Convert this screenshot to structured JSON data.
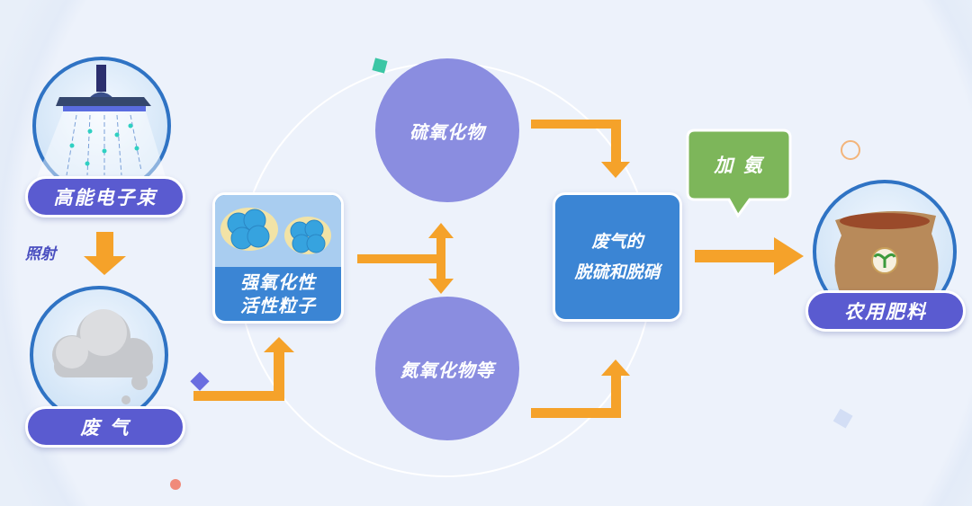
{
  "source": {
    "beam_label": "高能电子束",
    "irradiate_label": "照射",
    "gas_label": "废 气"
  },
  "particles": {
    "line1": "强氧化性",
    "line2": "活性粒子"
  },
  "products": {
    "sulfur": "硫氧化物",
    "nitrogen": "氮氧化物等"
  },
  "process": {
    "line1": "废气的",
    "line2": "脱硫和脱硝"
  },
  "ammonia_label": "加 氨",
  "result_label": "农用肥料",
  "colors": {
    "pill": "#5a5bd0",
    "circle": "#8a8de0",
    "process": "#3b85d4",
    "ammonia": "#7db65a",
    "arrow": "#f5a22a"
  }
}
